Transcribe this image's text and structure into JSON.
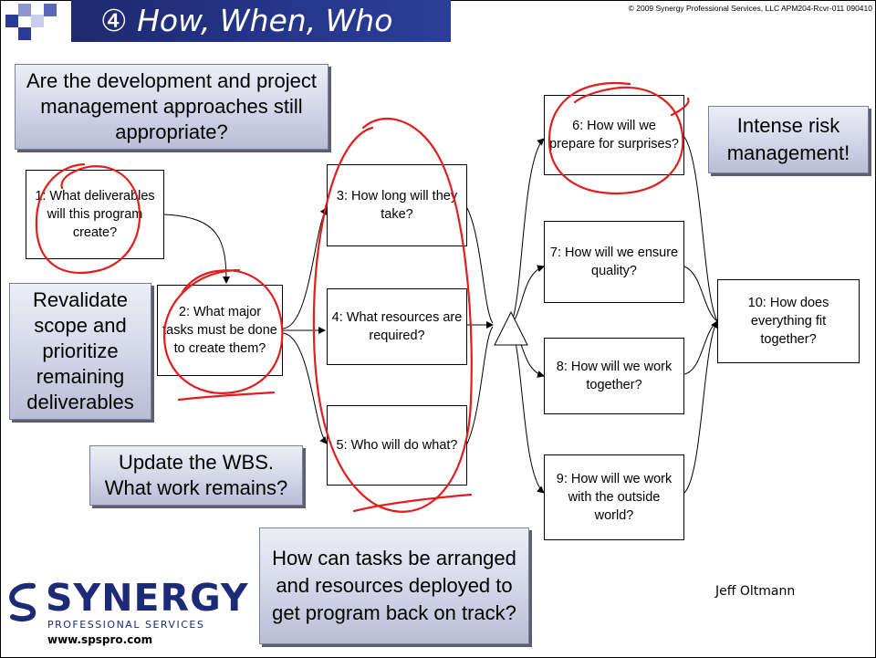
{
  "slide": {
    "title": "④ How, When, Who",
    "copyright": "© 2009 Synergy Professional Services, LLC APM204-Rcvr-011 090410",
    "author": "Jeff Oltmann"
  },
  "callouts": {
    "approaches": "Are the development and project management approaches still appropriate?",
    "risk": "Intense risk management!",
    "revalidate": "Revalidate scope and prioritize remaining deliverables",
    "wbs": "Update the WBS. What work remains?",
    "arrange": "How can tasks be arranged and resources deployed to get program back on track?"
  },
  "steps": [
    "1: What deliverables will this program create?",
    "2: What major tasks must be done to create them?",
    "3: How long will they take?",
    "4: What resources are required?",
    "5: Who will do what?",
    "6: How will we prepare for surprises?",
    "7: How will we ensure quality?",
    "8: How will we work together?",
    "9: How will we work with the outside world?",
    "10: How does everything fit together?"
  ],
  "logo": {
    "name": "SYNERGY",
    "subtitle": "PROFESSIONAL SERVICES",
    "url": "www.spspro.com"
  },
  "colors": {
    "title_bar": "#25358a",
    "annotation": "#e21d1d",
    "callout_fill": "#d7daea"
  }
}
